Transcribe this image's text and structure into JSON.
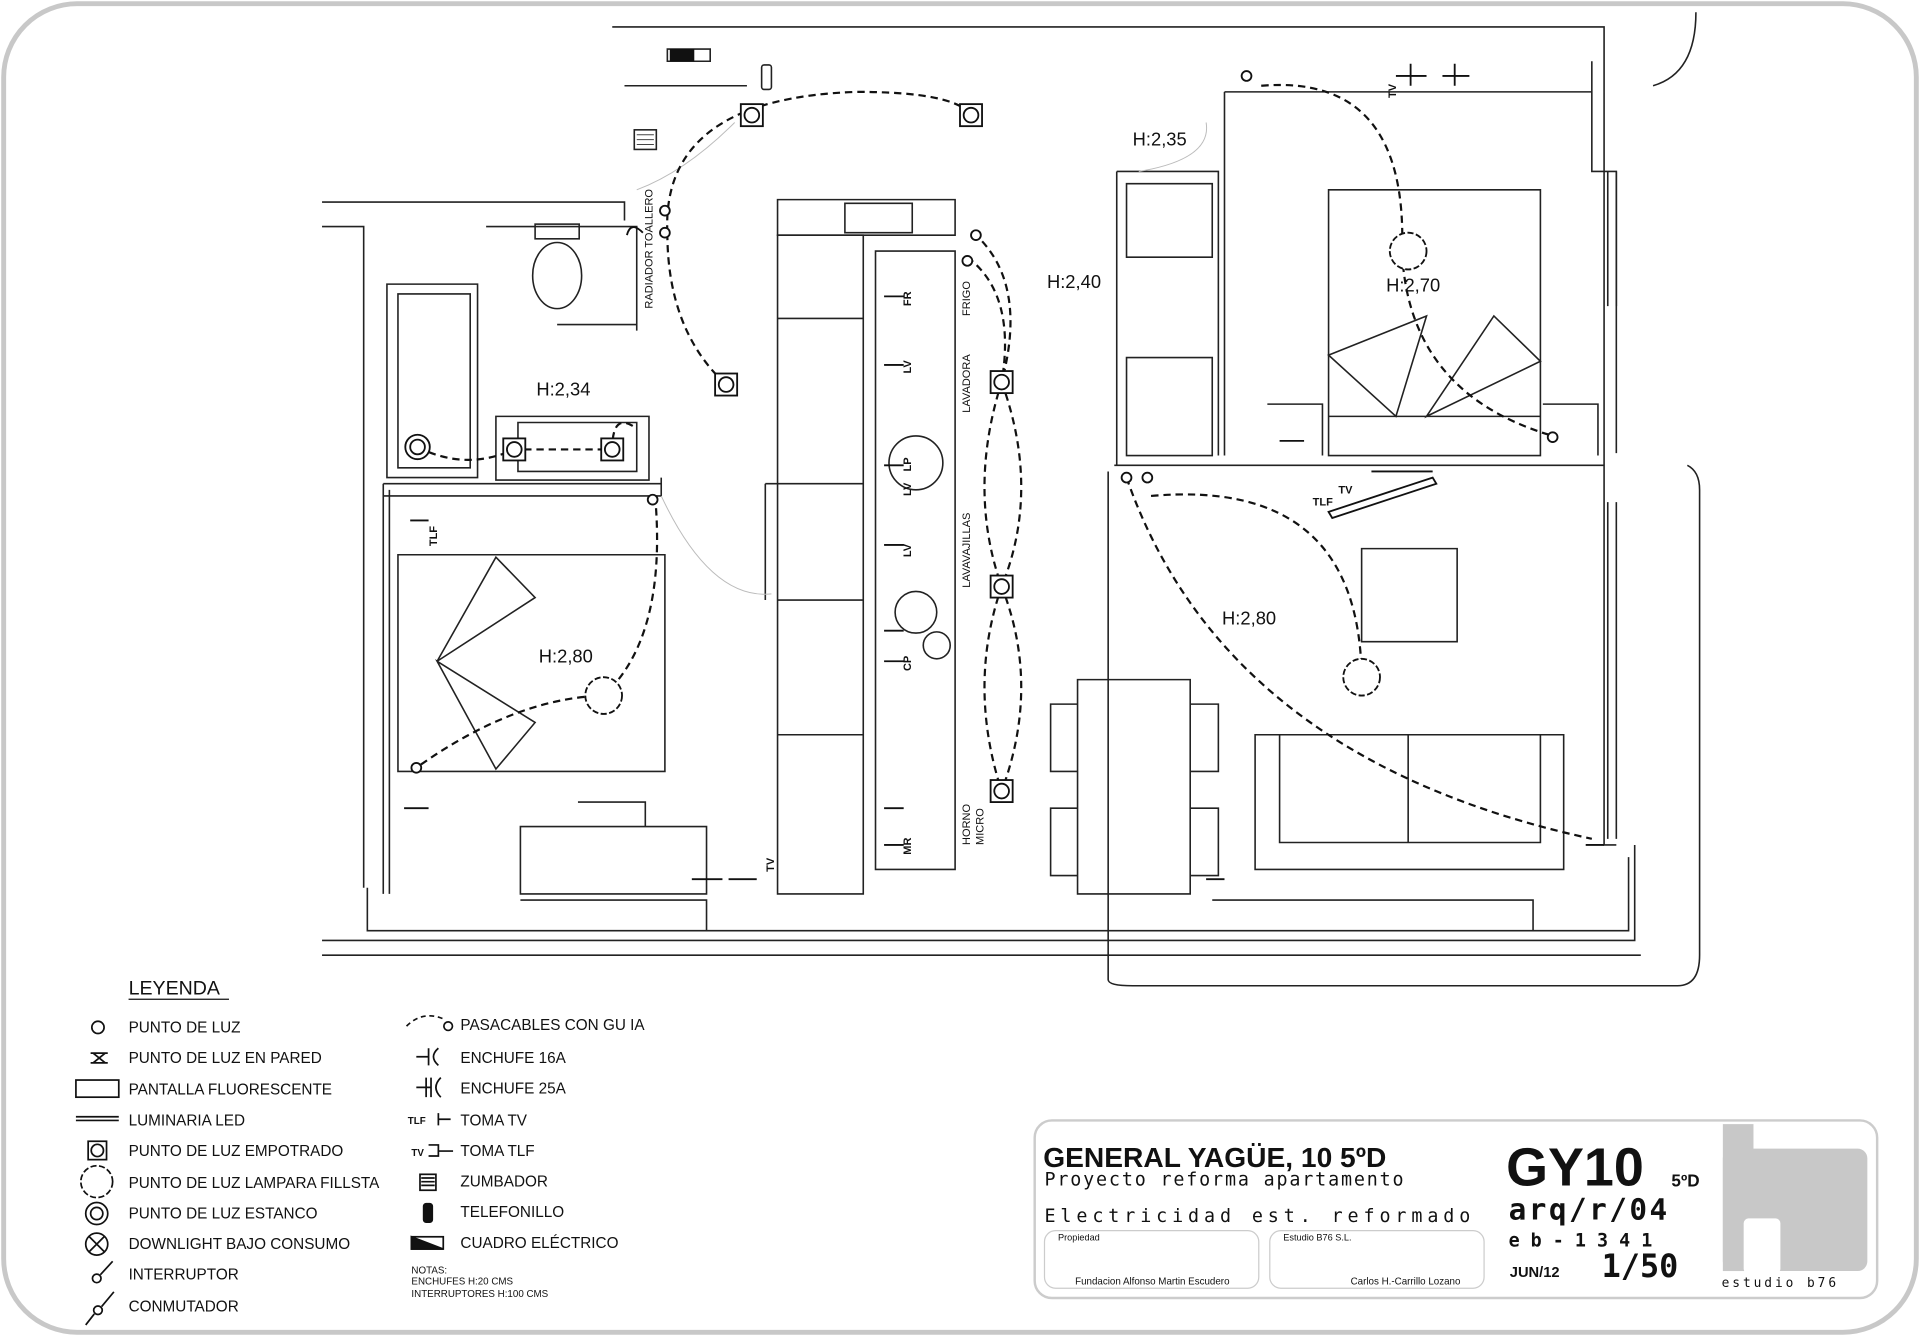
{
  "plan": {
    "heights": [
      "H:2,35",
      "H:2,40",
      "H:2,70",
      "H:2,34",
      "H:2,80",
      "H:2,80"
    ],
    "room_labels": {
      "radiador": "RADIADOR TOALLERO",
      "frigo": "FRIGO",
      "lavadora": "LAVADORA",
      "lavavajillas": "LAVAVAJILLAS",
      "horno": "HORNO",
      "micro": "MICRO"
    },
    "socket_tags": [
      "FR",
      "LV",
      "LV",
      "LP",
      "LV",
      "CP",
      "MR",
      "TV",
      "TLF",
      "TV",
      "TLF",
      "TV"
    ]
  },
  "legend": {
    "title": "LEYENDA",
    "left": [
      "PUNTO DE LUZ",
      "PUNTO DE LUZ EN PARED",
      "PANTALLA FLUORESCENTE",
      "LUMINARIA LED",
      "PUNTO DE LUZ EMPOTRADO",
      "PUNTO DE LUZ LAMPARA FILLSTA",
      "PUNTO DE LUZ ESTANCO",
      "DOWNLIGHT BAJO CONSUMO",
      "INTERRUPTOR",
      "CONMUTADOR"
    ],
    "right": [
      "PASACABLES CON GU IA",
      "ENCHUFE 16A",
      "ENCHUFE 25A",
      "TOMA TV",
      "TOMA TLF",
      "ZUMBADOR",
      "TELEFONILLO",
      "CUADRO ELÉCTRICO"
    ],
    "right_tags": {
      "tv": "TLF",
      "tlf": "TV"
    },
    "notes": [
      "NOTAS:",
      "ENCHUFES H:20 CMS",
      "INTERRUPTORES H:100 CMS"
    ]
  },
  "title_block": {
    "address": "GENERAL YAGÜE, 10 5ºD",
    "project": "Proyecto reforma apartamento",
    "sheet": "Electricidad est. reformado",
    "owner_label": "Propiedad",
    "owner": "Fundacion Alfonso Martin Escudero",
    "studio_label": "Estudio B76 S.L.",
    "architect": "Carlos H.-Carrillo Lozano",
    "code": "GY10",
    "code_sub": "5ºD",
    "ref": "arq/r/04",
    "num": "e b - 1 3 4 1",
    "date": "JUN/12",
    "scale": "1/50",
    "brand": "estudio b76"
  }
}
